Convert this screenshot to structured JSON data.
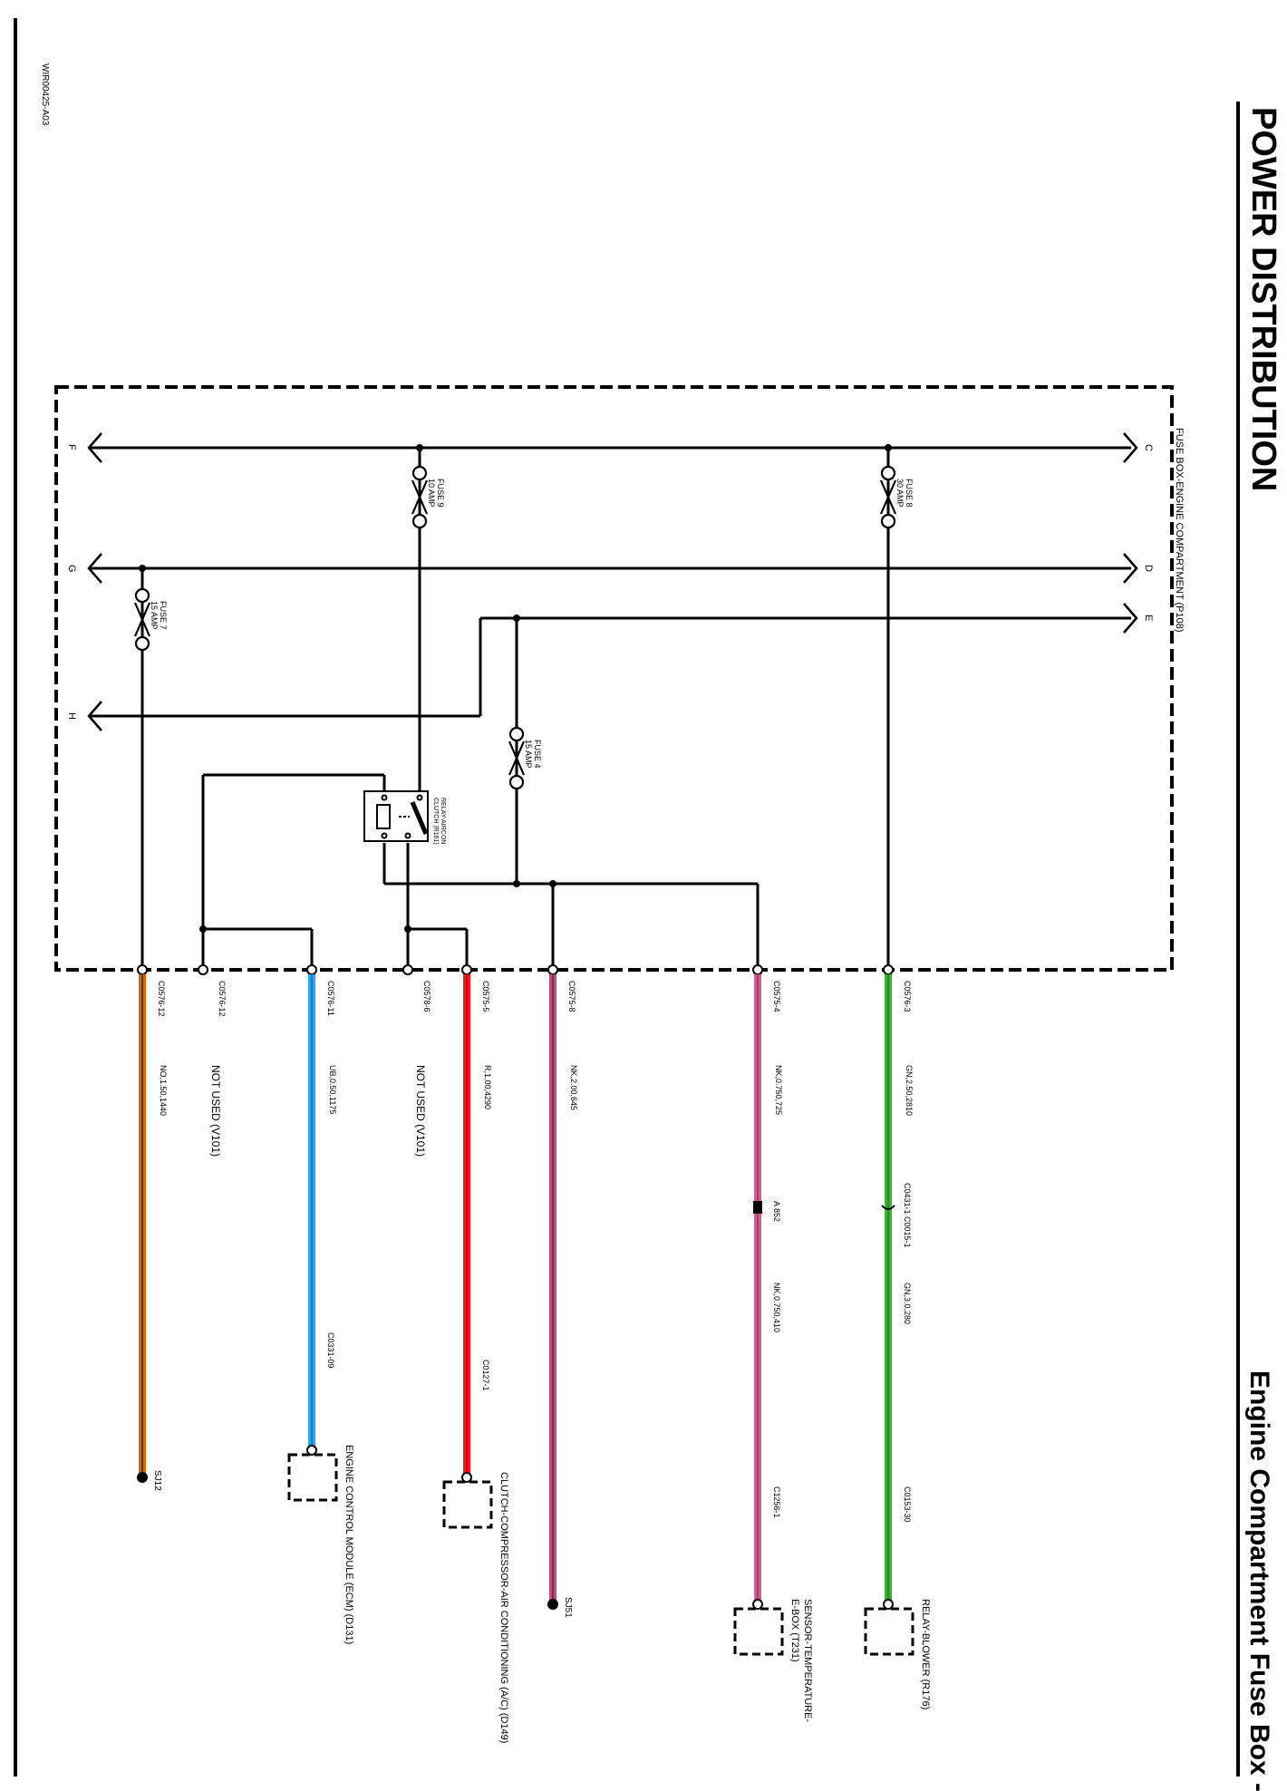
{
  "header": {
    "title": "POWER DISTRIBUTION",
    "subtitle": "Engine Compartment Fuse Box - NAS",
    "figure_id": "WIR00425-A03"
  },
  "fuse_box": {
    "label": "FUSE BOX-ENGINE COMPARTMENT (P108)",
    "connectors_left": [
      "F",
      "G",
      "H"
    ],
    "connectors_right": [
      "C",
      "D",
      "E"
    ],
    "fuses": [
      {
        "name": "FUSE 9",
        "rating": "10 AMP"
      },
      {
        "name": "FUSE 8",
        "rating": "30 AMP"
      },
      {
        "name": "FUSE 7",
        "rating": "15 AMP"
      },
      {
        "name": "FUSE 4",
        "rating": "15 AMP"
      }
    ],
    "relay": {
      "label_1": "RELAY-AIRCON",
      "label_2": "CLUTCH (R161)"
    }
  },
  "wires": [
    {
      "pin": "C0576-12",
      "spec": "NO,1.50,1440",
      "color": "#c86a1a",
      "stripe": "#3a2a10",
      "end_label": "SJ12"
    },
    {
      "pin": "C0576-12",
      "spec": "NOT USED (V101)"
    },
    {
      "pin": "C0576-11",
      "spec": "UB,0.50,1175",
      "color": "#29a8e8",
      "stripe": "#1470b0",
      "end_pin": "C0331-09",
      "component": "ENGINE CONTROL MODULE (ECM) (D131)"
    },
    {
      "pin": "C0578-6",
      "spec": "NOT USED (V101)"
    },
    {
      "pin": "C0575-5",
      "spec": "R,1.00,4290",
      "color": "#f01818",
      "stripe": "#c00000",
      "end_pin": "C0127-1",
      "component": "CLUTCH-COMPRESSOR-AIR CONDITIONING (A/C) (D149)"
    },
    {
      "pin": "C0575-8",
      "spec": "NK,2.00,645",
      "color": "#b8507a",
      "stripe": "#5a2a3a",
      "end_label": "SJ51"
    },
    {
      "pin": "C0575-4",
      "spec": "NK,0.750,725",
      "splice": "A 852",
      "spec2": "NK,0.750,410",
      "color": "#d65a9a",
      "stripe": "#7a4a2a",
      "end_pin": "C1256-1",
      "component_line1": "SENSOR-TEMPERATURE-",
      "component_line2": "E-BOX (T231)"
    },
    {
      "pin": "C0576-3",
      "spec": "GN,2.50,2810",
      "inline": "C0431-1 C0015-1",
      "spec2": "GN,3.0,280",
      "color": "#3cb034",
      "stripe": "#2a7a20",
      "end_pin": "C0153-30",
      "component": "RELAY-BLOWER (R176)"
    }
  ]
}
